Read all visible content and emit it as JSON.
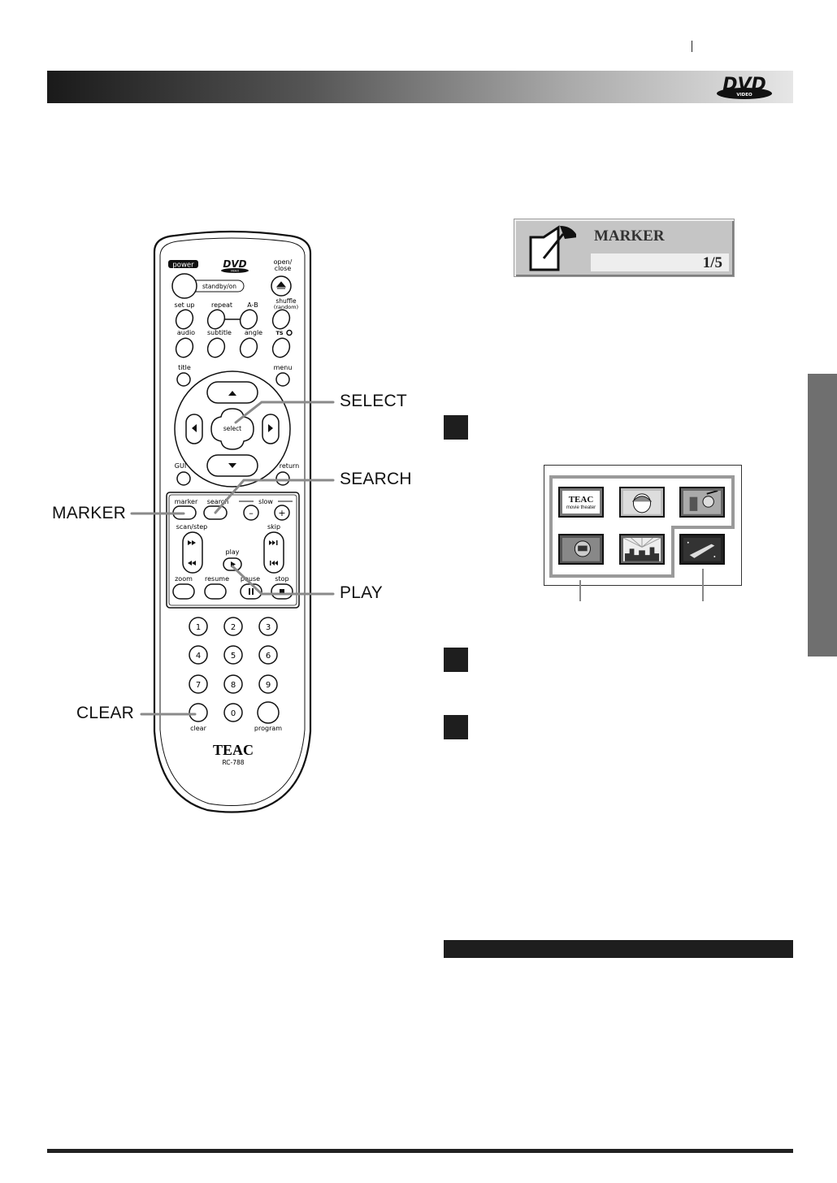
{
  "header": {
    "logo": {
      "icon": "dvd-video-logo",
      "text": "DVD",
      "sub": "VIDEO"
    }
  },
  "callouts": {
    "select": "SELECT",
    "search": "SEARCH",
    "marker": "MARKER",
    "play": "PLAY",
    "clear": "CLEAR"
  },
  "osd": {
    "title": "MARKER",
    "count": "1/5",
    "icon": "marker-flag-icon"
  },
  "thumbnails": {
    "teac_title": "TEAC",
    "teac_subtitle": "movie theater",
    "items": [
      "teac-logo-thumbnail",
      "girl-face-thumbnail",
      "robot-thumbnail",
      "astronaut-thumbnail",
      "city-skyline-thumbnail",
      "rocket-thumbnail"
    ]
  },
  "remote": {
    "buttons": {
      "power": "power",
      "standby_on": "standby/on",
      "open_close": "open/\nclose",
      "set_up": "set up",
      "repeat": "repeat",
      "a_b": "A-B",
      "shuffle": "shuffle",
      "random": "(random)",
      "audio": "audio",
      "subtitle": "subtitle",
      "angle": "angle",
      "ts": "TS",
      "title": "title",
      "menu": "menu",
      "select": "select",
      "gui": "GUI",
      "return": "return",
      "marker": "marker",
      "search": "search",
      "slow": "slow",
      "slow_minus": "–",
      "slow_plus": "+",
      "scan_step": "scan/step",
      "skip": "skip",
      "play": "play",
      "zoom": "zoom",
      "resume": "resume",
      "pause": "pause",
      "stop": "stop",
      "digits": [
        "1",
        "2",
        "3",
        "4",
        "5",
        "6",
        "7",
        "8",
        "9",
        "0"
      ],
      "clear": "clear",
      "program": "program"
    },
    "brand": "TEAC",
    "model": "RC-788",
    "dvd_logo": "DVD",
    "dvd_sub": "VIDEO"
  },
  "colors": {
    "header_dark": "#1a1a1a",
    "header_light": "#e6e6e6",
    "side_tab": "#6f6f6f",
    "callout_line": "#8a8a8a",
    "osd_bg": "#c5c5c5"
  }
}
